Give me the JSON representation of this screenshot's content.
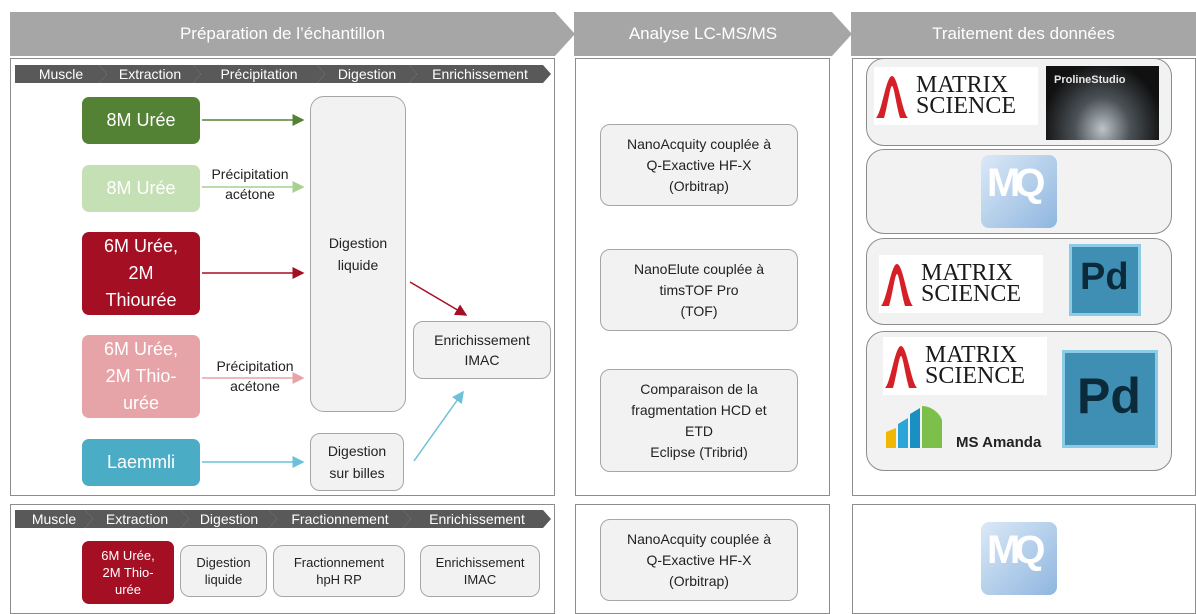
{
  "headers": {
    "prep": "Préparation de l’échantillon",
    "lcms": "Analyse LC-MS/MS",
    "data": "Traitement des données"
  },
  "workflow1": [
    "Muscle",
    "Extraction",
    "Précipitation",
    "Digestion",
    "Enrichissement"
  ],
  "workflow2": [
    "Muscle",
    "Extraction",
    "Digestion",
    "Fractionnement",
    "Enrichissement"
  ],
  "lysis": [
    {
      "label": "8M Urée",
      "color": "#548235"
    },
    {
      "label": "8M Urée",
      "color": "#c5e0b4"
    },
    {
      "label": "6M Urée,\n2M\nThiourée",
      "color": "#a50f24"
    },
    {
      "label": "6M Urée,\n2M Thio-\nurée",
      "color": "#e6a4a8"
    },
    {
      "label": "Laemmli",
      "color": "#4bacc6"
    }
  ],
  "precip_label": "Précipitation\nacétone",
  "digest_liquid": "Digestion\nliquide",
  "digest_beads": "Digestion\nsur billes",
  "enrich": "Enrichissement\nIMAC",
  "instruments": [
    "NanoAcquity couplée à\nQ-Exactive HF-X\n(Orbitrap)",
    "NanoElute couplée à\ntimsTOF Pro\n(TOF)",
    "Comparaison de la\nfragmentation HCD et\nETD\nEclipse (Tribrid)"
  ],
  "bottom": {
    "lysis": "6M Urée,\n2M Thio-\nurée",
    "digest": "Digestion\nliquide",
    "fraction": "Fractionnement\nhpH RP",
    "enrich": "Enrichissement\nIMAC",
    "instrument": "NanoAcquity couplée à\nQ-Exactive HF-X\n(Orbitrap)"
  },
  "software": {
    "matrix_science": "MATRIX\nSCIENCE",
    "proline_studio": "ProlineStudio",
    "mq": "MQ",
    "pd": "Pd",
    "ms_amanda": "MS Amanda"
  },
  "colors": {
    "arrow_dark_green": "#548235",
    "arrow_light_green": "#a9d18e",
    "arrow_dark_red": "#a50f24",
    "arrow_pink": "#e6a4a8",
    "arrow_blue": "#6cc0d8",
    "header_grey": "#a6a6a6",
    "step_dark": "#595959"
  }
}
